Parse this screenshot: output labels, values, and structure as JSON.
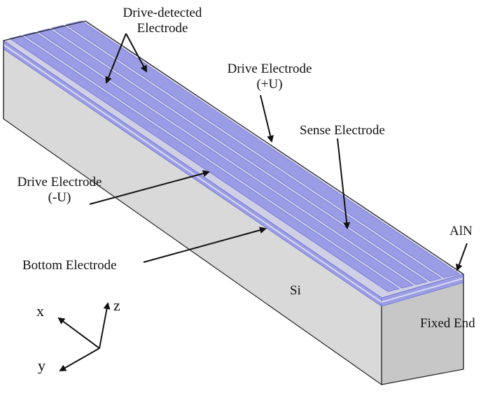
{
  "labels": {
    "drive_detected_line1": "Drive-detected",
    "drive_detected_line2": "Electrode",
    "drive_plus_line1": "Drive Electrode",
    "drive_plus_line2": "(+U)",
    "sense": "Sense Electrode",
    "drive_minus_line1": "Drive Electrode",
    "drive_minus_line2": "(-U)",
    "bottom": "Bottom Electrode",
    "aln": "AlN",
    "si": "Si",
    "fixed_end": "Fixed End"
  },
  "axes": {
    "x": "x",
    "y": "y",
    "z": "z"
  },
  "colors": {
    "electrode": "#9a9de6",
    "electrode_dark": "#6f73d4",
    "silicon_side": "#d9d9d9",
    "silicon_end": "#c7c7c7",
    "aln": "#cfcfe6",
    "outline": "#222222"
  }
}
